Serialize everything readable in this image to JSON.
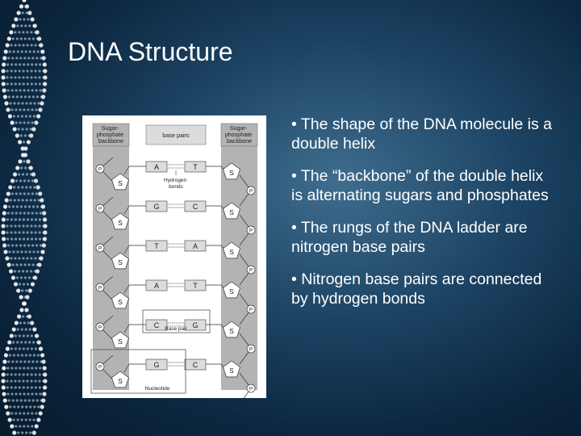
{
  "slide": {
    "title": "DNA Structure",
    "bullets": [
      "• The shape of the DNA molecule is a double helix",
      "• The “backbone” of the double helix is alternating sugars and phosphates",
      "• The rungs of the DNA ladder are nitrogen base pairs",
      "• Nitrogen base pairs are connected by hydrogen bonds"
    ]
  },
  "diagram": {
    "header_left": [
      "Sugar-",
      "phosphate",
      "backbone"
    ],
    "header_center": "base pairs",
    "header_right": [
      "Sugar-",
      "phosphate",
      "backbone"
    ],
    "hydrogen_label": [
      "Hydrogen",
      "bonds"
    ],
    "base_pair_label": "Base pair",
    "nucleotide_label": "Nucleotide",
    "sugar_label": "S",
    "phosphate_label": "P",
    "pairs": [
      {
        "left": "A",
        "right": "T"
      },
      {
        "left": "G",
        "right": "C"
      },
      {
        "left": "T",
        "right": "A"
      },
      {
        "left": "A",
        "right": "T"
      },
      {
        "left": "C",
        "right": "G"
      },
      {
        "left": "G",
        "right": "C"
      }
    ]
  },
  "colors": {
    "background_dark": "#061a2c",
    "background_light": "#3f6d8e",
    "helix_dots": "#cfe8f5",
    "backbone_gray": "#b3b3b3",
    "base_gray": "#dcdcdc"
  }
}
